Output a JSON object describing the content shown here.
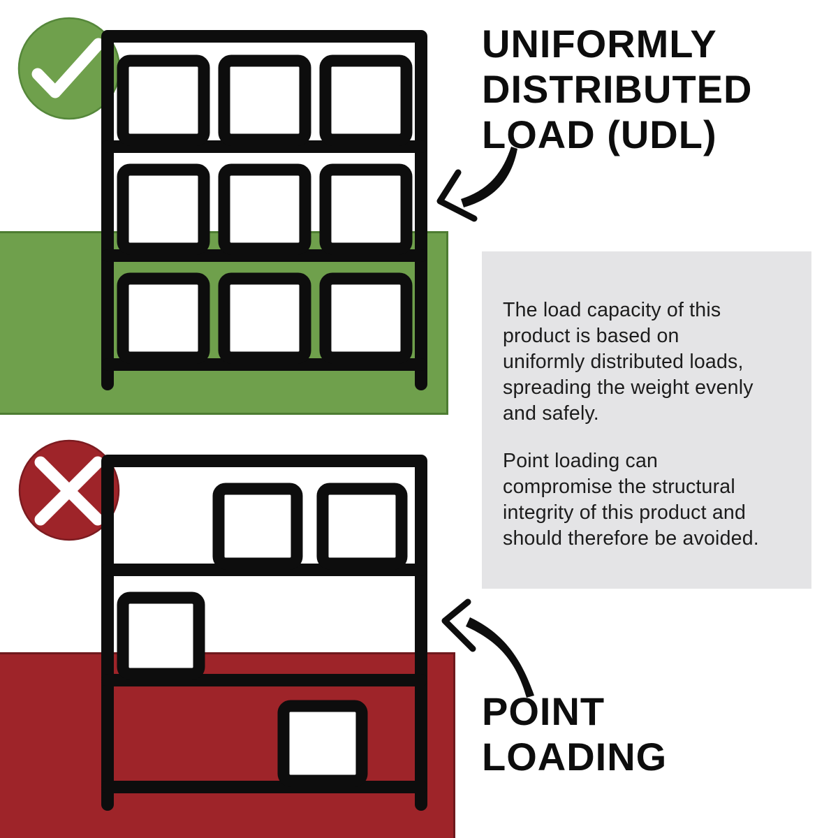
{
  "colors": {
    "green": "#6FA04C",
    "green_dark": "#4D7C32",
    "green_edge": "#55873A",
    "red": "#9E2429",
    "red_dark": "#6E191D",
    "red_edge": "#7C1B20",
    "black": "#0D0D0D",
    "gray_panel": "#E4E4E6"
  },
  "udl_section": {
    "heading_lines": [
      "UNIFORMLY",
      "DISTRIBUTED",
      "LOAD (UDL)"
    ],
    "status_icon": "check-mark",
    "shelf": {
      "levels": 3,
      "boxes_per_level": 3,
      "load_style": "evenly distributed"
    }
  },
  "point_section": {
    "heading_lines": [
      "POINT",
      "LOADING"
    ],
    "status_icon": "cross-mark",
    "shelf": {
      "levels": 3,
      "boxes": "unevenly placed single boxes",
      "load_style": "point loaded"
    }
  },
  "info_panel": {
    "paragraph1_lines": [
      "The load capacity of this",
      "product is based on",
      "uniformly distributed loads,",
      "spreading the weight evenly",
      "and safely."
    ],
    "paragraph2_lines": [
      "Point loading can",
      "compromise the structural",
      "integrity of this product and",
      "should therefore be avoided."
    ]
  }
}
